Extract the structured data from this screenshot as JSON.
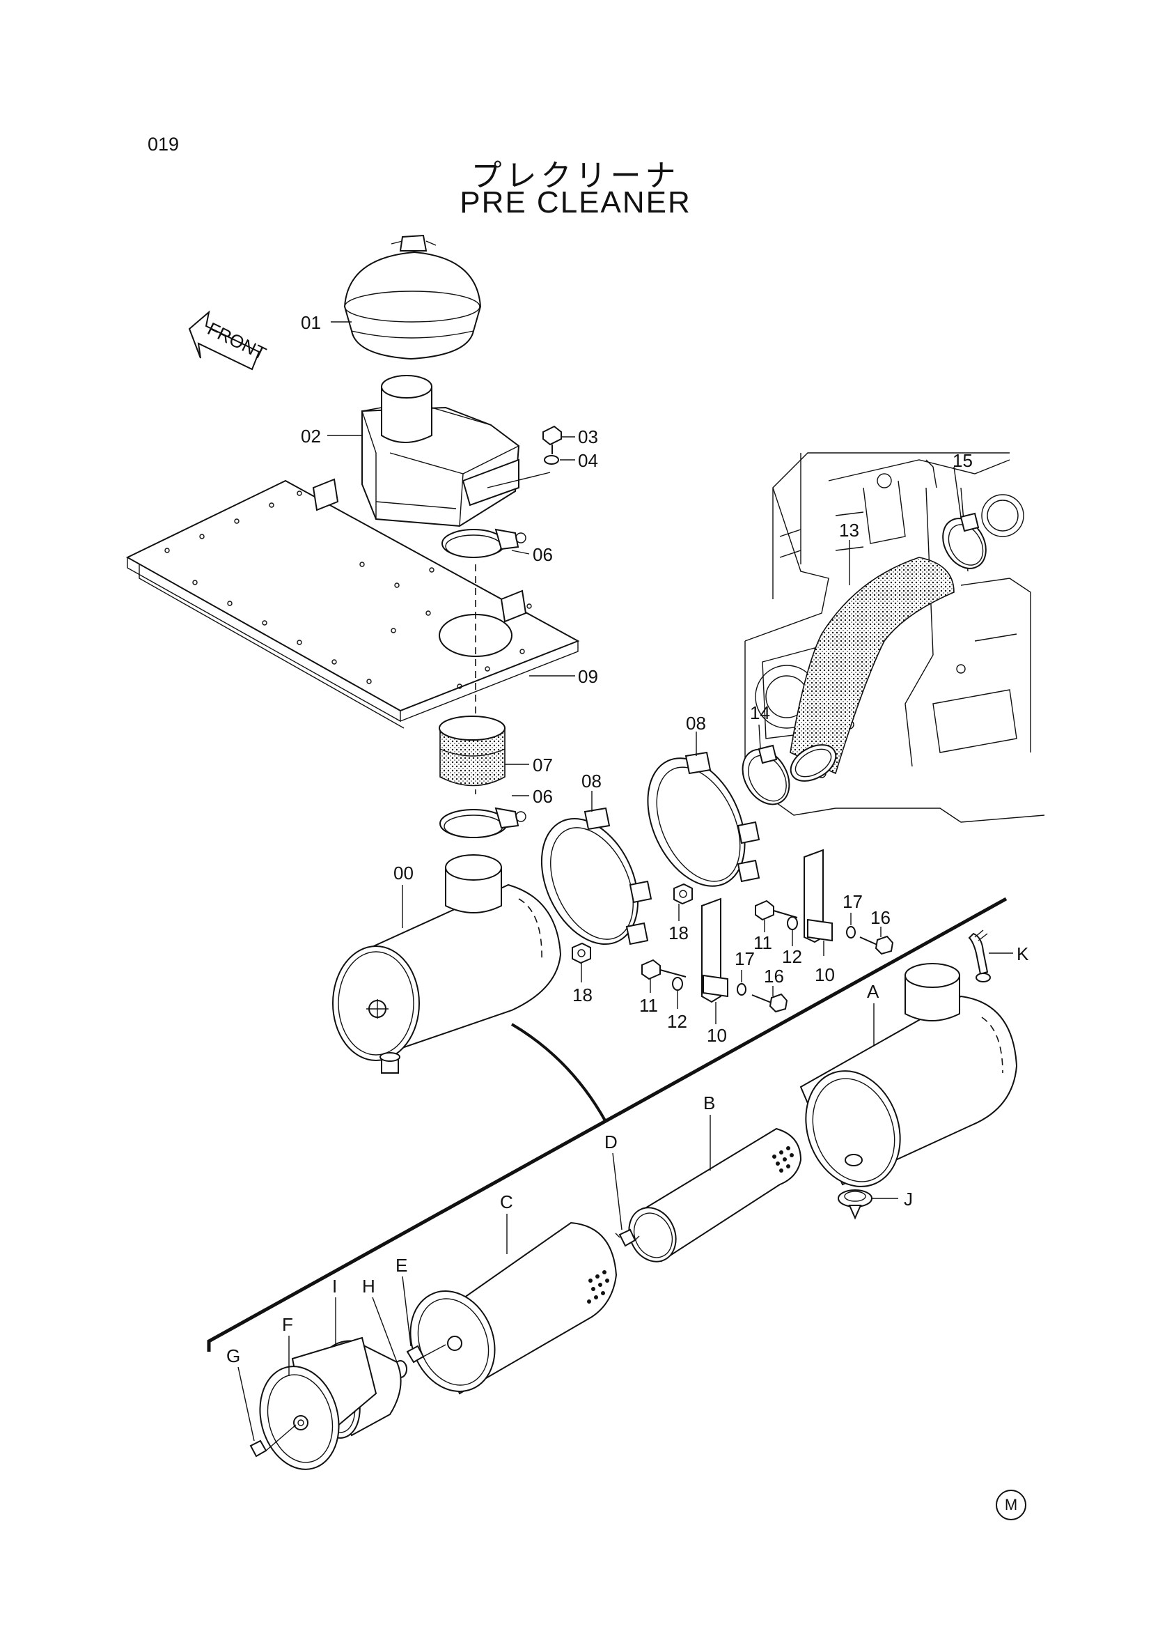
{
  "page": {
    "number": "019",
    "title_jp": "プレクリーナ",
    "title_en": "PRE CLEANER",
    "footer_mark": "M"
  },
  "front_arrow_label": "FRONT",
  "callouts": {
    "p00": "00",
    "p01": "01",
    "p02": "02",
    "p03": "03",
    "p04": "04",
    "p06a": "06",
    "p06b": "06",
    "p07": "07",
    "p08a": "08",
    "p08b": "08",
    "p09": "09",
    "p10a": "10",
    "p10b": "10",
    "p11a": "11",
    "p11b": "11",
    "p12a": "12",
    "p12b": "12",
    "p13": "13",
    "p14": "14",
    "p15": "15",
    "p16a": "16",
    "p16b": "16",
    "p17a": "17",
    "p17b": "17",
    "p18a": "18",
    "p18b": "18",
    "A": "A",
    "B": "B",
    "C": "C",
    "D": "D",
    "E": "E",
    "F": "F",
    "G": "G",
    "H": "H",
    "I": "I",
    "J": "J",
    "K": "K"
  }
}
